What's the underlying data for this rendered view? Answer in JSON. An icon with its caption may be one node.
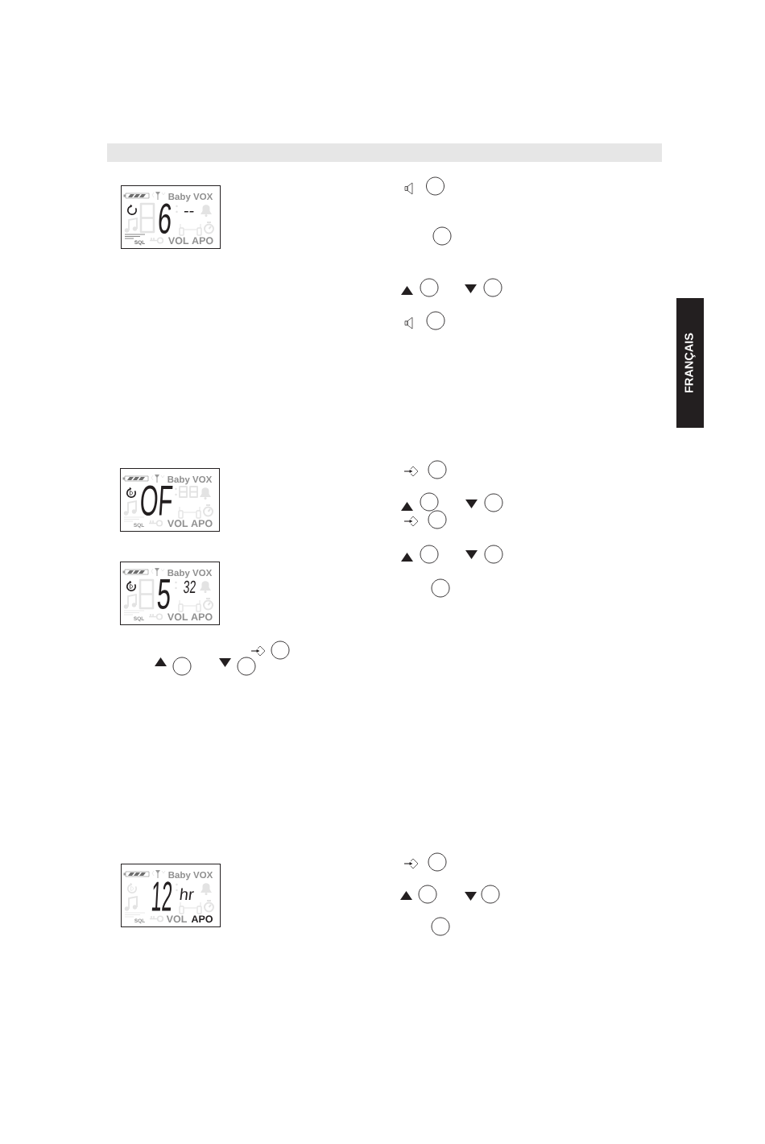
{
  "diagram": {
    "nodes": [
      {
        "text": [
          "Baby VOX",
          "6",
          "--",
          "SQL",
          "VOL APO"
        ]
      },
      {
        "text": [
          "Baby VOX",
          "OF",
          "SQL",
          "VOL APO"
        ]
      },
      {
        "text": [
          "Baby VOX",
          "5",
          "32",
          "SQL",
          "VOL APO"
        ]
      },
      {
        "text": [
          "Baby VOX",
          "12",
          "hr",
          "SQL",
          "VOL",
          "APO"
        ]
      },
      {
        "text": [
          "FRANÇAIS"
        ]
      }
    ]
  }
}
